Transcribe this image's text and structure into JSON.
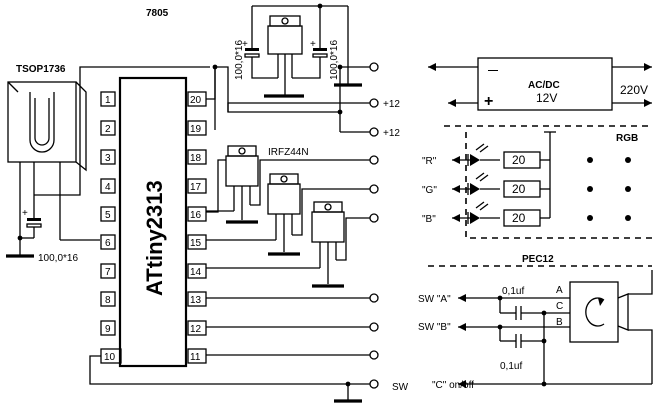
{
  "labels": {
    "regulator": "7805",
    "ir_receiver": "TSOP1736",
    "mcu": "ATtiny2313",
    "mosfet": "IRFZ44N",
    "cap_left": "100,0*16",
    "cap_reg_left": "100,0*16",
    "cap_reg_right": "100,0*16",
    "psu_name": "AC/DC",
    "psu_out": "12V",
    "psu_in": "220V",
    "plus12_a": "+12",
    "plus12_b": "+12",
    "rgb": "RGB",
    "led_r": "\"R\"",
    "led_g": "\"G\"",
    "led_b": "\"B\"",
    "res_r": "20",
    "res_g": "20",
    "res_b": "20",
    "encoder": "PEC12",
    "sw_a": "SW  \"A\"",
    "sw_b": "SW  \"B\"",
    "cap_a": "0,1uf",
    "cap_b": "0,1uf",
    "enc_a": "A",
    "enc_c": "C",
    "enc_b": "B",
    "sw_gnd": "SW",
    "sw_c": "\"C\" on/off",
    "psu_minus": "—",
    "psu_plus": "+"
  },
  "mcu_pins": {
    "left": [
      "1",
      "2",
      "3",
      "4",
      "5",
      "6",
      "7",
      "8",
      "9",
      "10"
    ],
    "right": [
      "20",
      "19",
      "18",
      "17",
      "16",
      "15",
      "14",
      "13",
      "12",
      "11"
    ]
  }
}
